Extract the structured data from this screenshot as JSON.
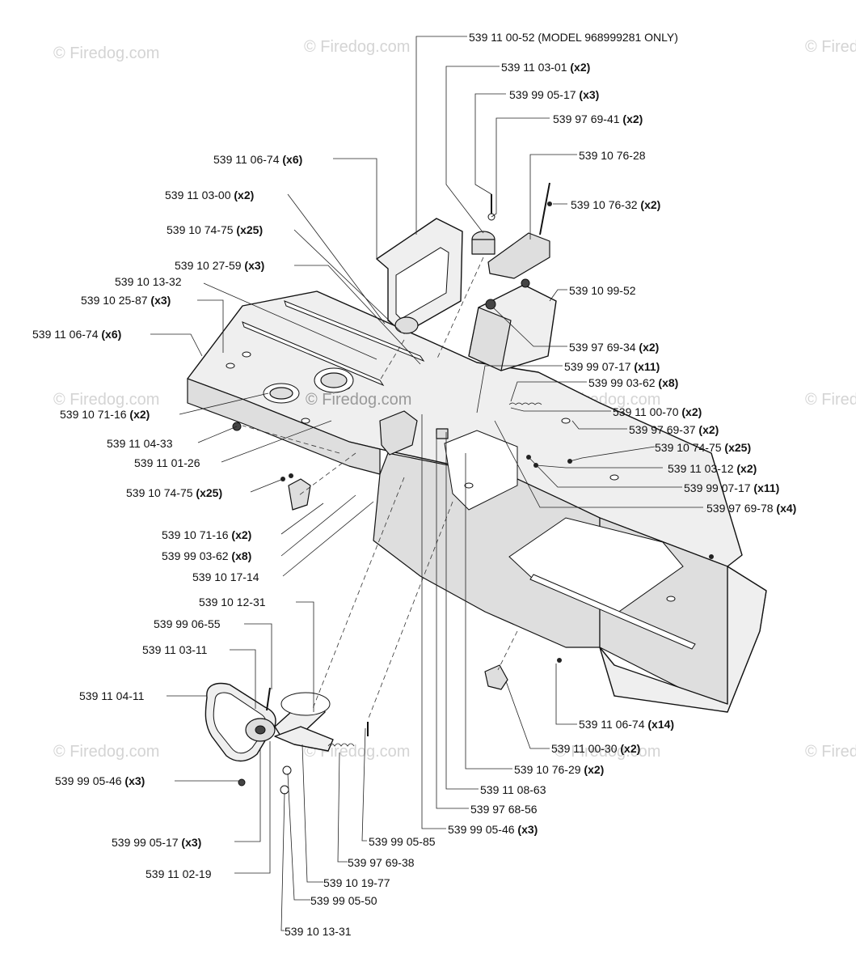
{
  "watermark": {
    "text": "© Firedog.com",
    "center_text": "© Firedog.com"
  },
  "callouts": [
    {
      "part": "539 11 00-52",
      "qty": "",
      "note": "(MODEL 968999281 ONLY)"
    },
    {
      "part": "539 11 03-01",
      "qty": "(x2)",
      "note": ""
    },
    {
      "part": "539 99 05-17",
      "qty": "(x3)",
      "note": ""
    },
    {
      "part": "539 97 69-41",
      "qty": "(x2)",
      "note": ""
    },
    {
      "part": "539 10 76-28",
      "qty": "",
      "note": ""
    },
    {
      "part": "539 11 06-74",
      "qty": "(x6)",
      "note": ""
    },
    {
      "part": "539 10 76-32",
      "qty": "(x2)",
      "note": ""
    },
    {
      "part": "539 11 03-00",
      "qty": "(x2)",
      "note": ""
    },
    {
      "part": "539 10 74-75",
      "qty": "(x25)",
      "note": ""
    },
    {
      "part": "539 10 27-59",
      "qty": "(x3)",
      "note": ""
    },
    {
      "part": "539 10 13-32",
      "qty": "",
      "note": ""
    },
    {
      "part": "539 10 99-52",
      "qty": "",
      "note": ""
    },
    {
      "part": "539 10 25-87",
      "qty": "(x3)",
      "note": ""
    },
    {
      "part": "539 11 06-74",
      "qty": "(x6)",
      "note": ""
    },
    {
      "part": "539 97 69-34",
      "qty": "(x2)",
      "note": ""
    },
    {
      "part": "539 99 07-17",
      "qty": "(x11)",
      "note": ""
    },
    {
      "part": "539 99 03-62",
      "qty": "(x8)",
      "note": ""
    },
    {
      "part": "539 10 71-16",
      "qty": "(x2)",
      "note": ""
    },
    {
      "part": "539 11 00-70",
      "qty": "(x2)",
      "note": ""
    },
    {
      "part": "539 97 69-37",
      "qty": "(x2)",
      "note": ""
    },
    {
      "part": "539 11 04-33",
      "qty": "",
      "note": ""
    },
    {
      "part": "539 10 74-75",
      "qty": "(x25)",
      "note": ""
    },
    {
      "part": "539 11 01-26",
      "qty": "",
      "note": ""
    },
    {
      "part": "539 11 03-12",
      "qty": "(x2)",
      "note": ""
    },
    {
      "part": "539 10 74-75",
      "qty": "(x25)",
      "note": ""
    },
    {
      "part": "539 99 07-17",
      "qty": "(x11)",
      "note": ""
    },
    {
      "part": "539 97 69-78",
      "qty": "(x4)",
      "note": ""
    },
    {
      "part": "539 10 71-16",
      "qty": "(x2)",
      "note": ""
    },
    {
      "part": "539 99 03-62",
      "qty": "(x8)",
      "note": ""
    },
    {
      "part": "539 10 17-14",
      "qty": "",
      "note": ""
    },
    {
      "part": "539 10 12-31",
      "qty": "",
      "note": ""
    },
    {
      "part": "539 99 06-55",
      "qty": "",
      "note": ""
    },
    {
      "part": "539 11 03-11",
      "qty": "",
      "note": ""
    },
    {
      "part": "539 11 04-11",
      "qty": "",
      "note": ""
    },
    {
      "part": "539 11 06-74",
      "qty": "(x14)",
      "note": ""
    },
    {
      "part": "539 11 00-30",
      "qty": "(x2)",
      "note": ""
    },
    {
      "part": "539 10 76-29",
      "qty": "(x2)",
      "note": ""
    },
    {
      "part": "539 99 05-46",
      "qty": "(x3)",
      "note": ""
    },
    {
      "part": "539 11 08-63",
      "qty": "",
      "note": ""
    },
    {
      "part": "539 97 68-56",
      "qty": "",
      "note": ""
    },
    {
      "part": "539 99 05-46",
      "qty": "(x3)",
      "note": ""
    },
    {
      "part": "539 99 05-85",
      "qty": "",
      "note": ""
    },
    {
      "part": "539 99 05-17",
      "qty": "(x3)",
      "note": ""
    },
    {
      "part": "539 97 69-38",
      "qty": "",
      "note": ""
    },
    {
      "part": "539 11 02-19",
      "qty": "",
      "note": ""
    },
    {
      "part": "539 10 19-77",
      "qty": "",
      "note": ""
    },
    {
      "part": "539 99 05-50",
      "qty": "",
      "note": ""
    },
    {
      "part": "539 10 13-31",
      "qty": "",
      "note": ""
    }
  ]
}
